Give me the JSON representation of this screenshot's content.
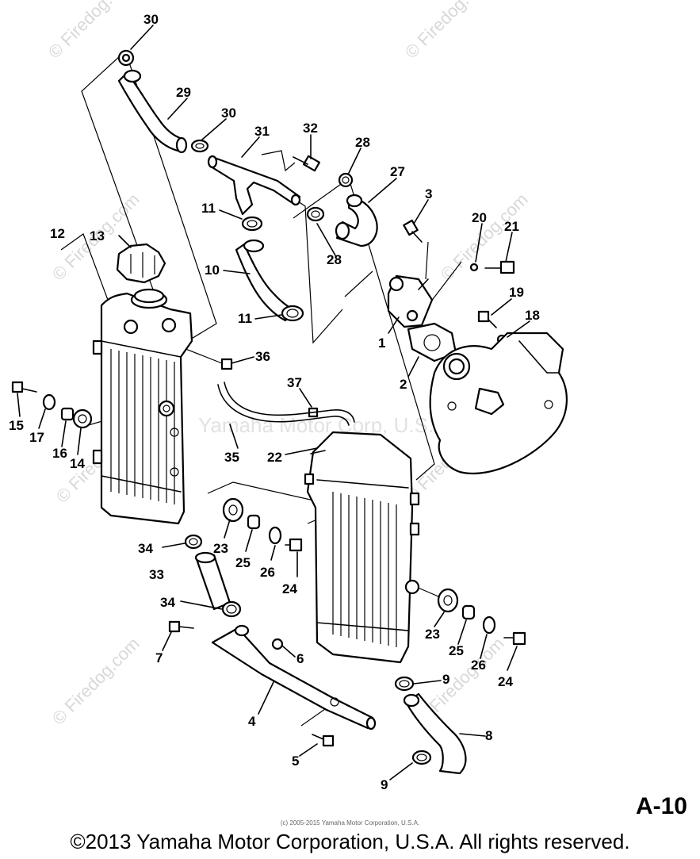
{
  "watermark": {
    "brand": "© Firedog.com",
    "center": "Yamaha Motor Corp, U.S.A."
  },
  "callouts": {
    "c1": "1",
    "c2": "2",
    "c3": "3",
    "c4": "4",
    "c5": "5",
    "c6": "6",
    "c7": "7",
    "c8": "8",
    "c9a": "9",
    "c9b": "9",
    "c10": "10",
    "c11a": "11",
    "c11b": "11",
    "c12": "12",
    "c13": "13",
    "c14": "14",
    "c15": "15",
    "c16": "16",
    "c17": "17",
    "c18": "18",
    "c19": "19",
    "c20": "20",
    "c21": "21",
    "c22": "22",
    "c23a": "23",
    "c23b": "23",
    "c24a": "24",
    "c24b": "24",
    "c25a": "25",
    "c25b": "25",
    "c26a": "26",
    "c26b": "26",
    "c27": "27",
    "c28a": "28",
    "c28b": "28",
    "c29": "29",
    "c30a": "30",
    "c30b": "30",
    "c31": "31",
    "c32": "32",
    "c33": "33",
    "c34a": "34",
    "c34b": "34",
    "c35": "35",
    "c36": "36",
    "c37": "37"
  },
  "footer": {
    "page_code": "A-10",
    "small_copyright": "(c) 2005-2015 Yamaha Motor Corporation, U.S.A.",
    "copyright": "©2013 Yamaha Motor Corporation, U.S.A. All rights reserved."
  }
}
